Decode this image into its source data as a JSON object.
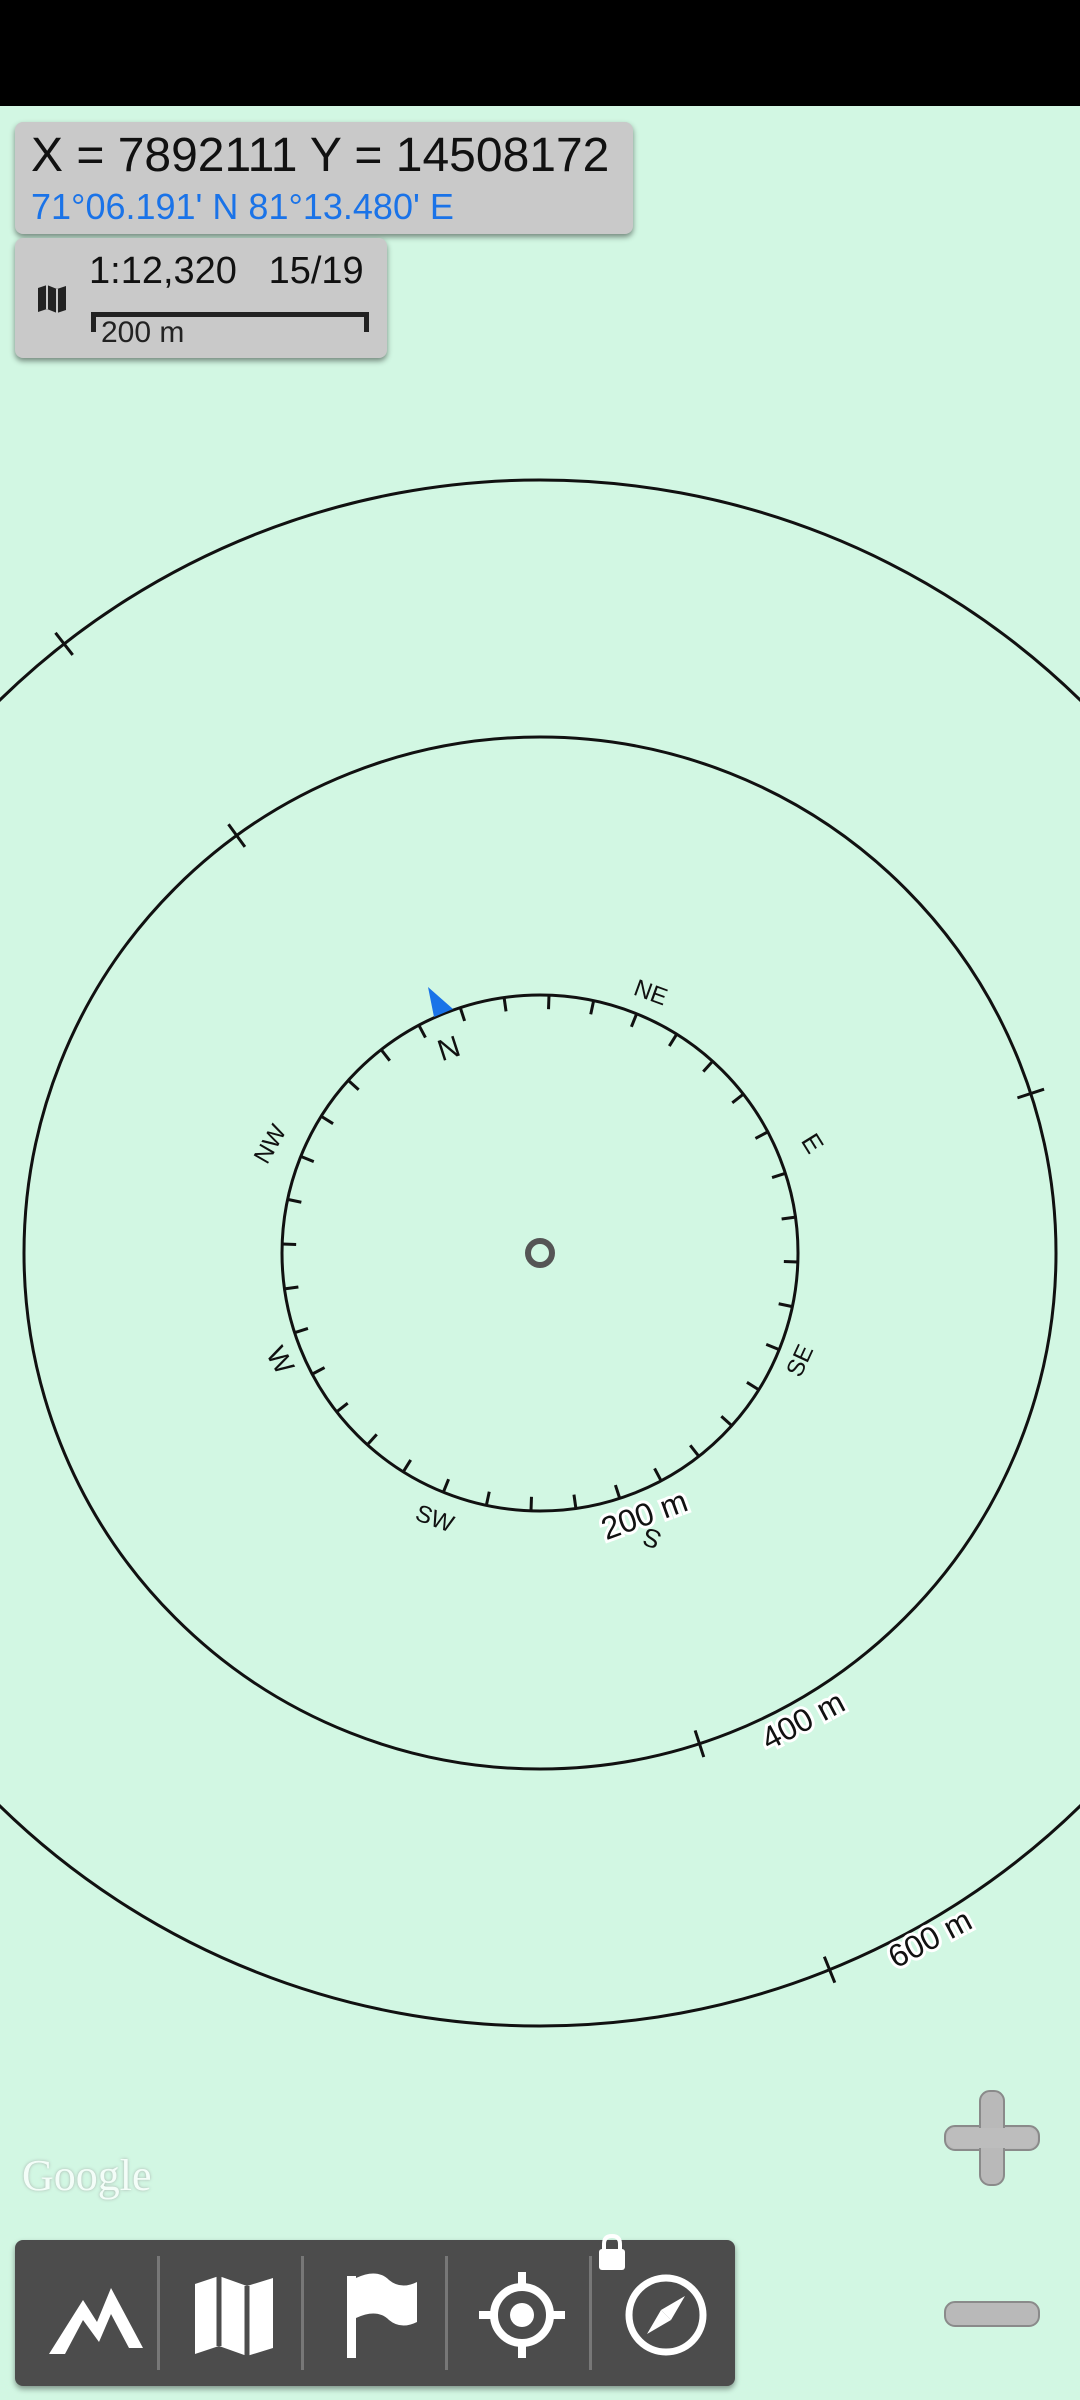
{
  "coordinates": {
    "xy": "X = 7892111  Y = 14508172",
    "latlon": "71°06.191' N 81°13.480' E"
  },
  "scale": {
    "ratio_zoom": "1:12,320   15/19",
    "bar_label": "200 m"
  },
  "map": {
    "attribution": "Google",
    "rings": [
      "200 m",
      "400 m",
      "600 m"
    ],
    "directions": {
      "n": "N",
      "ne": "NE",
      "e": "E",
      "se": "SE",
      "s": "S",
      "sw": "SW",
      "w": "W",
      "nw": "NW"
    },
    "heading_marker_color": "#1a73e8",
    "background_color": "#d2f7e3"
  },
  "toolbar": {
    "items": [
      {
        "icon": "mountain-logo-icon"
      },
      {
        "icon": "map-icon"
      },
      {
        "icon": "flag-icon"
      },
      {
        "icon": "crosshair-icon"
      },
      {
        "icon": "compass-icon",
        "badge": "lock-icon"
      }
    ]
  },
  "zoom": {
    "in_icon": "plus-icon",
    "out_icon": "minus-icon"
  }
}
